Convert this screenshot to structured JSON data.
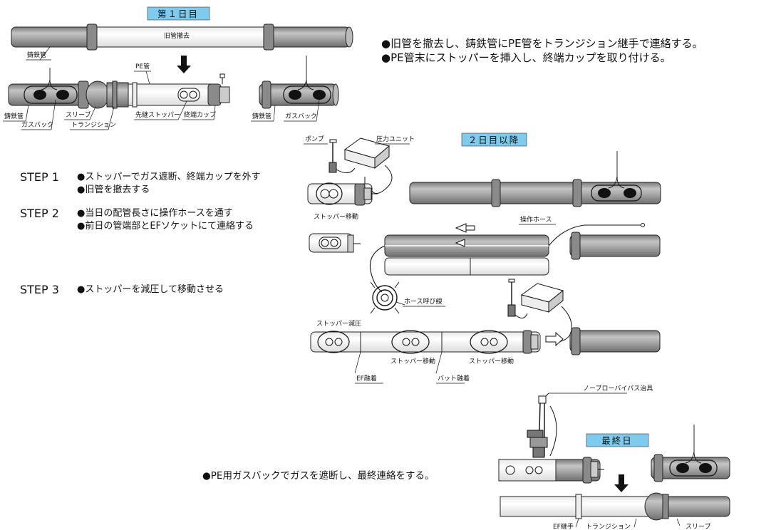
{
  "badges": {
    "day1": "第１日目",
    "day2": "２日目以降",
    "final": "最終日"
  },
  "day1": {
    "note1": "●旧管を撤去し、鋳鉄管にPE管をトランジション継手で連絡する。",
    "note2": "●PE管末にストッパーを挿入し、終端カップを取り付ける。",
    "labels": {
      "old_pipe_removal": "旧管撤去",
      "cast_iron_pipe_top": "鋳鉄管",
      "pe_pipe": "PE管",
      "cast_iron_pipe_left": "鋳鉄管",
      "gas_bag_left": "ガスバック",
      "sleeve": "スリーブ",
      "transition": "トランジション",
      "leading_stopper": "先継ストッパー",
      "end_cap": "終端カップ",
      "cast_iron_pipe_right": "鋳鉄管",
      "gas_bag_right": "ガスバック"
    }
  },
  "steps": [
    {
      "num": "STEP 1",
      "lines": [
        "●ストッパーでガス遮断、終端カップを外す",
        "●旧管を撤去する"
      ]
    },
    {
      "num": "STEP 2",
      "lines": [
        "●当日の配管長さに操作ホースを通す",
        "●前日の管端部とEFソケットにて連絡する"
      ]
    },
    {
      "num": "STEP 3",
      "lines": [
        "●ストッパーを減圧して移動させる"
      ]
    }
  ],
  "day2": {
    "labels": {
      "pump": "ポンプ",
      "pressure_unit": "圧力ユニット",
      "stopper_move_1": "ストッパー移動",
      "operation_hose": "操作ホース",
      "hose_lead_wire": "ホース呼び線",
      "stopper_decompress": "ストッパー減圧",
      "stopper_move_2": "ストッパー移動",
      "stopper_move_3": "ストッパー移動",
      "ef_fusion": "EF融着",
      "butt_fusion": "バット融着"
    }
  },
  "final": {
    "note": "●PE用ガスバックでガスを遮断し、最終連絡をする。",
    "labels": {
      "no_blow_jig": "ノーブローバイパス治具",
      "ef_joint": "EF継手",
      "transition": "トランジション",
      "sleeve": "スリーブ"
    }
  },
  "colors": {
    "cast_iron_gray": "#9a9a9a",
    "badge_blue": "#7ecbee",
    "ink": "#111111"
  }
}
